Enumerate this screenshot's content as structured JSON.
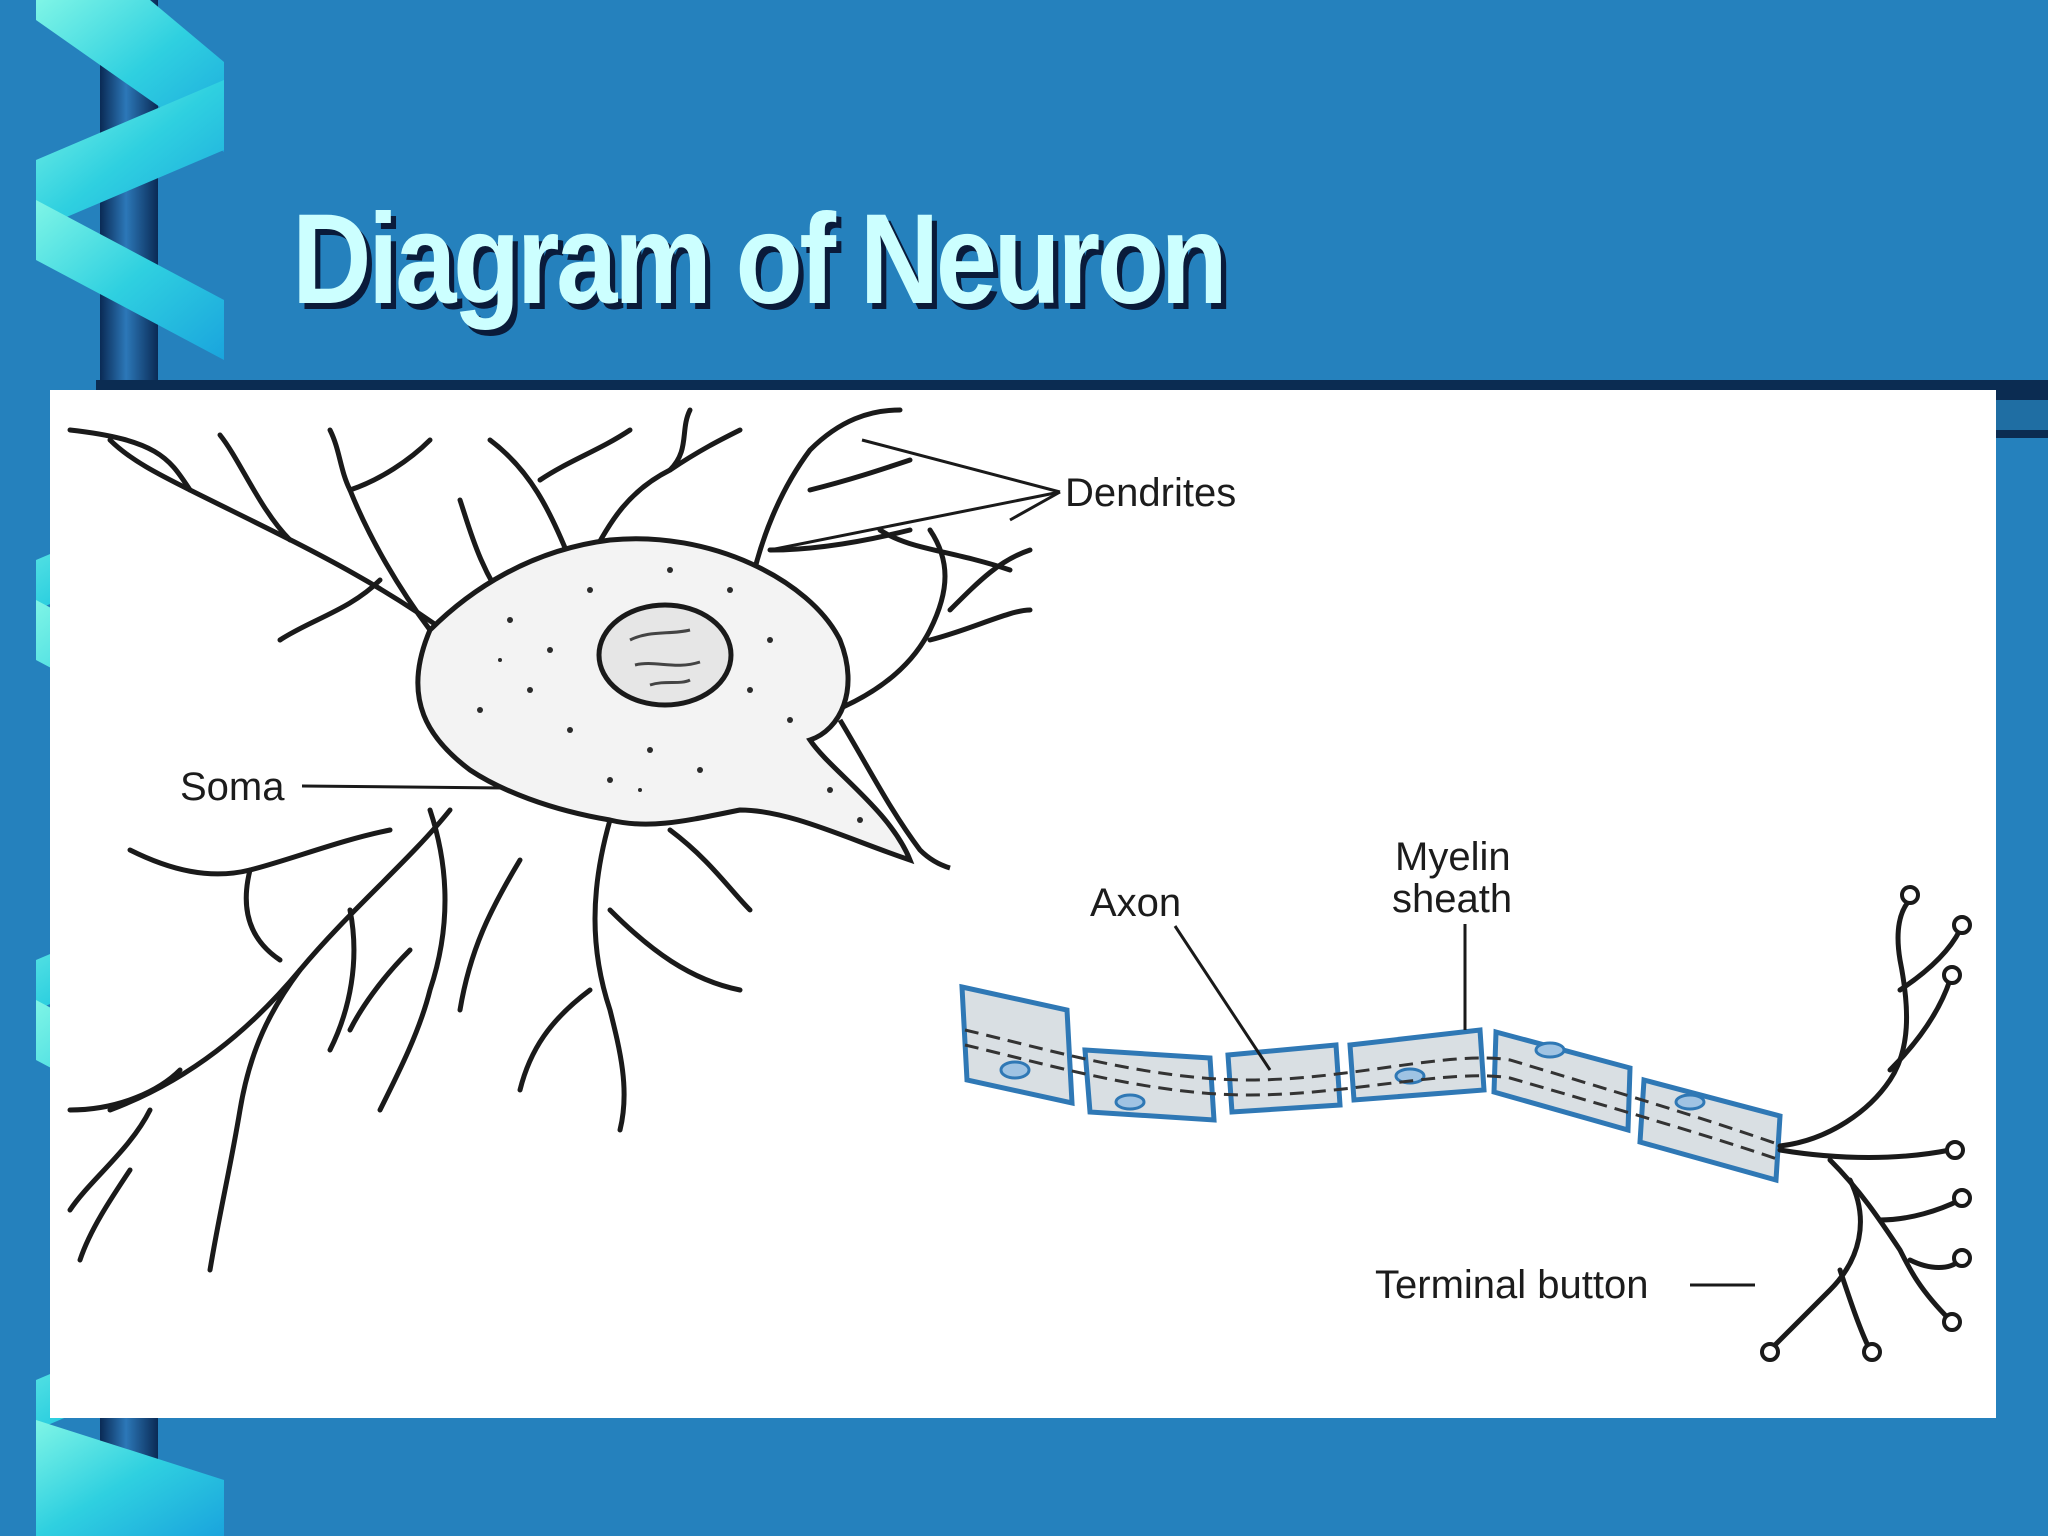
{
  "slide": {
    "title": "Diagram of Neuron"
  },
  "diagram": {
    "labels": {
      "dendrites": "Dendrites",
      "soma": "Soma",
      "axon": "Axon",
      "myelin_line1": "Myelin",
      "myelin_line2": "sheath",
      "terminal_button": "Terminal button"
    }
  },
  "colors": {
    "background": "#2581bd",
    "title_text": "#ccffff",
    "title_shadow": "#0a1b3a",
    "myelin_fill": "#d9dfe3",
    "myelin_stroke": "#2f78b5"
  }
}
